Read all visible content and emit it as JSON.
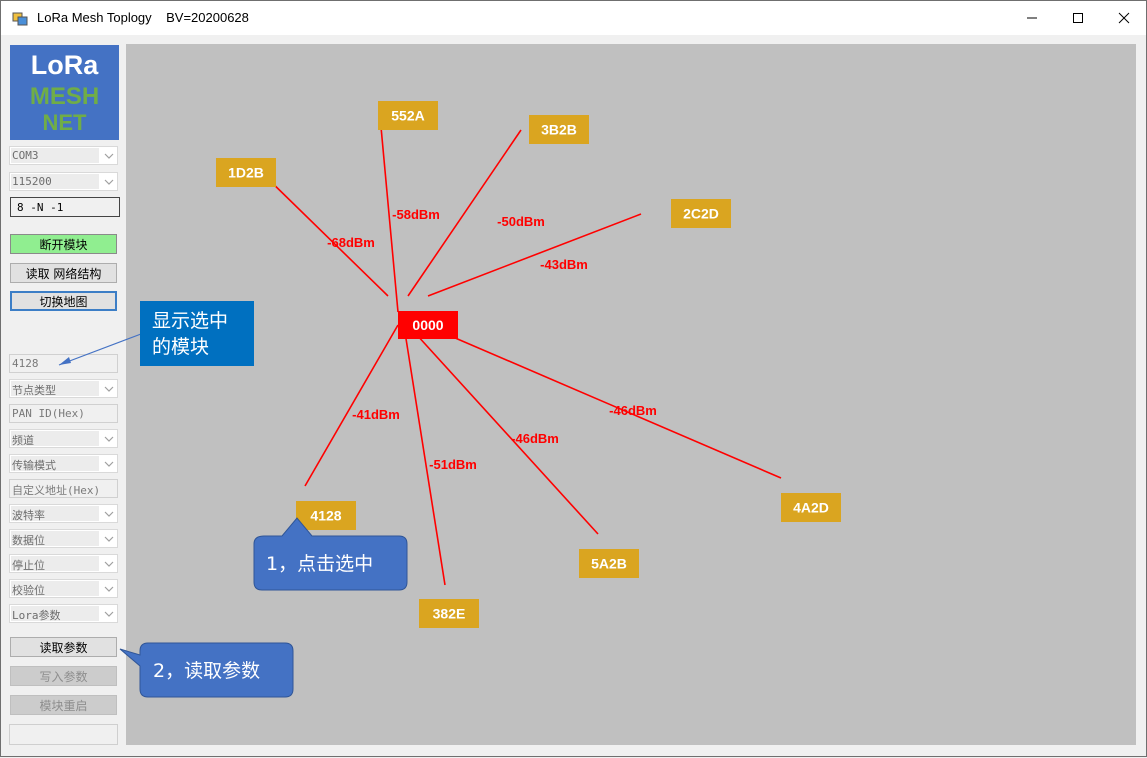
{
  "window": {
    "title": "LoRa Mesh Toplogy    BV=20200628"
  },
  "logo": {
    "line1": "LoRa",
    "line2": "MESH",
    "line3": "NET"
  },
  "left_panel": {
    "com_port": "COM3",
    "baud_rate": "115200",
    "serial_format": "8 -N -1",
    "disconnect_button": "断开模块",
    "read_network_button": "读取 网络结构",
    "switch_map_button": "切换地图",
    "selected_module": "4128",
    "node_type": "节点类型",
    "pan_id": "PAN ID(Hex)",
    "channel": "频道",
    "transfer_mode": "传输模式",
    "custom_address": "自定义地址(Hex)",
    "baud": "波特率",
    "data_bits": "数据位",
    "stop_bits": "停止位",
    "parity": "校验位",
    "lora_params": "Lora参数",
    "read_params_button": "读取参数",
    "write_params_button": "写入参数",
    "reboot_button": "模块重启"
  },
  "topology": {
    "center": {
      "id": "0000",
      "color": "#ff0000"
    },
    "node_color": "#daa520",
    "link_color": "#ff0000",
    "nodes": [
      {
        "id": "552A",
        "rssi": "-58dBm"
      },
      {
        "id": "3B2B",
        "rssi": "-50dBm"
      },
      {
        "id": "1D2B",
        "rssi": "-68dBm"
      },
      {
        "id": "2C2D",
        "rssi": "-43dBm"
      },
      {
        "id": "4128",
        "rssi": "-41dBm"
      },
      {
        "id": "382E",
        "rssi": "-51dBm"
      },
      {
        "id": "5A2B",
        "rssi": "-46dBm"
      },
      {
        "id": "4A2D",
        "rssi": "-46dBm"
      }
    ]
  },
  "annotations": {
    "selected_display_line1": "显示选中",
    "selected_display_line2": "的模块",
    "step1": "1，点击选中",
    "step2": "2，读取参数"
  }
}
